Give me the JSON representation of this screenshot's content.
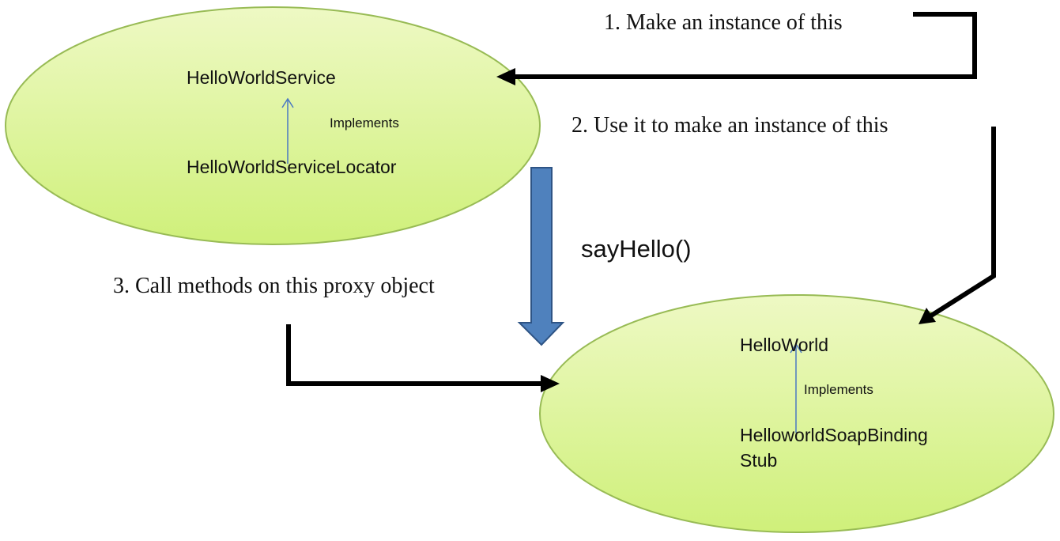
{
  "steps": {
    "step1": "1. Make an instance of this",
    "step2": "2. Use it to make an instance of this",
    "step3": "3. Call methods on this proxy object"
  },
  "service_group": {
    "interface_label": "HelloWorldService",
    "implements_label": "Implements",
    "class_label": "HelloWorldServiceLocator"
  },
  "stub_group": {
    "interface_label": "HelloWorld",
    "implements_label": "Implements",
    "class_label": "HelloworldSoapBindingStub"
  },
  "method_call_label": "sayHello()",
  "colors": {
    "ellipse_fill_top": "#eef9c4",
    "ellipse_fill_bottom": "#cff07a",
    "ellipse_stroke": "#98bb55",
    "connector": "#000000",
    "implements_arrow": "#4a78c2",
    "call_arrow_fill": "#4f81bd",
    "call_arrow_stroke": "#2e5485"
  }
}
